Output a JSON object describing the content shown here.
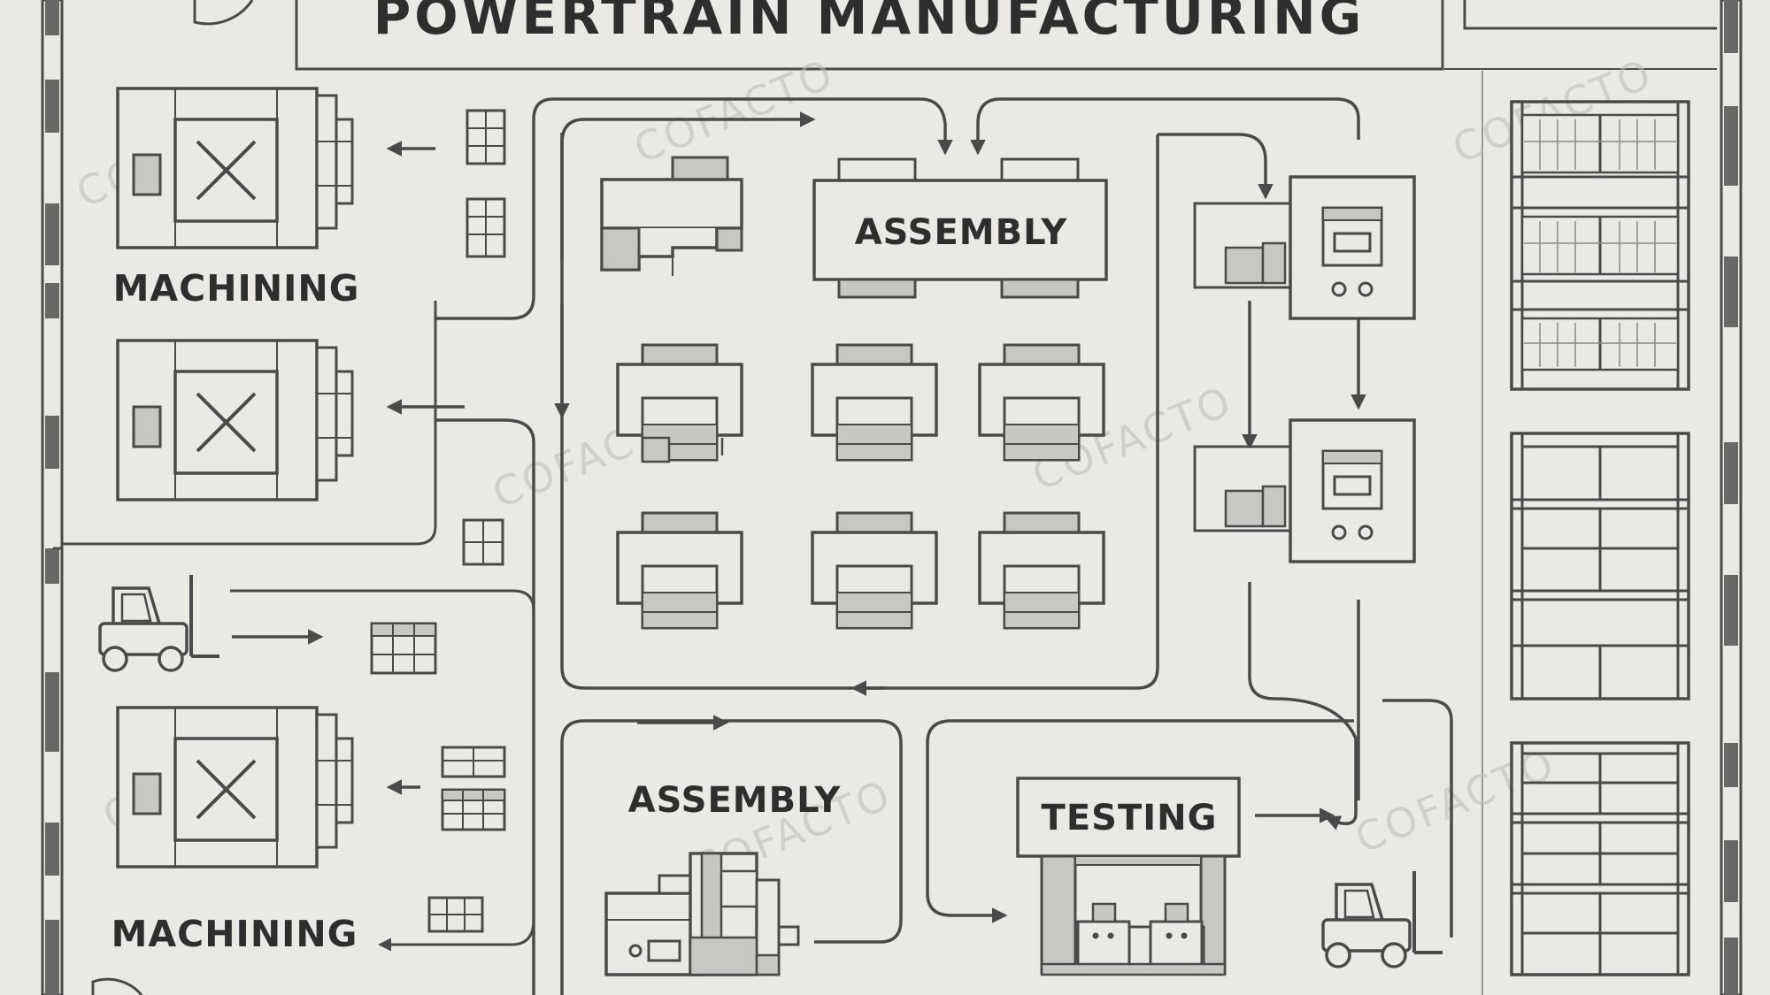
{
  "title": "POWERTRAIN MANUFACTURING",
  "zones": {
    "machining_top": "MACHINING",
    "machining_bottom": "MACHINING",
    "assembly_top": "ASSEMBLY",
    "assembly_bottom": "ASSEMBLY",
    "testing": "TESTING"
  },
  "watermark": "COFACTO",
  "colors": {
    "background": "#ebe9e6",
    "line": "#4a4a4a",
    "fill": "#c9c7c4",
    "text": "#2e2e2e"
  }
}
